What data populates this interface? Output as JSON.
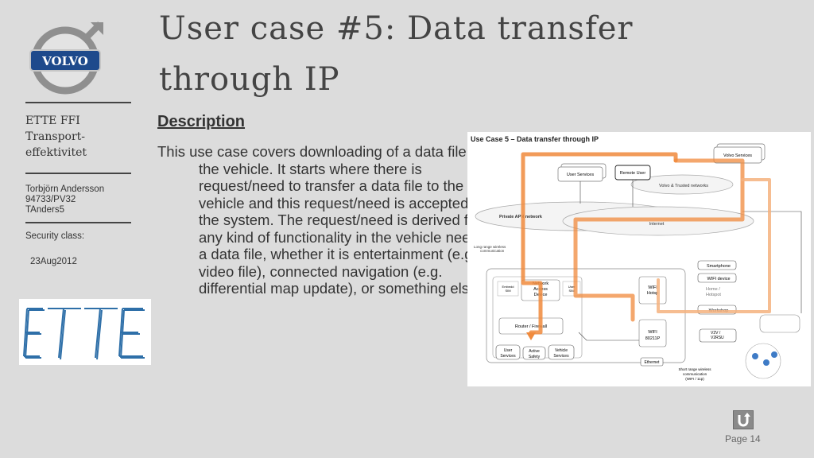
{
  "title": "User case #5: Data transfer through IP",
  "logo": {
    "text": "VOLVO"
  },
  "sidebar": {
    "org_line1": "ETTE FFI",
    "org_line2": "Transport-",
    "org_line3": "effektivitet",
    "author": "Torbjörn Andersson",
    "dept": "94733/PV32",
    "user_id": "TAnders5",
    "security_label": "Security class:",
    "date": "23Aug2012",
    "ette_logo_text": "ETTE"
  },
  "description": {
    "heading": "Description",
    "body": "This use case covers downloading of a data file to the vehicle. It starts where there is request/need to transfer a data file to the vehicle and this request/need is accepted by the system. The request/need is derived from any kind of functionality in the vehicle needing a data file, whether it is entertainment (e.g. video file), connected navigation (e.g. differential map update), or something else."
  },
  "diagram": {
    "title": "Use Case 5 – Data transfer through IP",
    "volvo_services": "Volvo Services",
    "user_services": "User Services",
    "remote_user": "Remote User",
    "volvo_trusted": "Volvo & Trusted networks",
    "private_apn": "Private APN network",
    "internet": "Internet",
    "long_range_l1": "Long range wireless",
    "long_range_l2": "communication",
    "smartphone": "Smartphone",
    "wifi_device": "WIFI device",
    "home_l1": "Home /",
    "home_l2": "Hotspot",
    "workshop": "Workshop",
    "v2v_l1": "V2V /",
    "v2v_l2": "V2RSU",
    "embedded_l1": "Embedd",
    "embedded_l2": "SIM",
    "nad_l1": "Network",
    "nad_l2": "Access",
    "nad_l3": "Device",
    "user_sim_l1": "User",
    "user_sim_l2": "SIM",
    "wifi_hs_l1": "WIFI",
    "wifi_hs_l2": "Hotsp",
    "router": "Router / Firewall",
    "wifi_80211_l1": "WIFI",
    "wifi_80211_l2": "80211P",
    "user_services_v_l1": "User",
    "user_services_v_l2": "Services",
    "active_safety_l1": "Active",
    "active_safety_l2": "Safety",
    "vehicle_services_l1": "Vehicle",
    "vehicle_services_l2": "Services",
    "ethernet": "Ethernet",
    "short_range_l1": "Short range wireless",
    "short_range_l2": "communication",
    "short_range_l3": "(WIFI / 11p)"
  },
  "footer": {
    "page": "Page 14"
  },
  "colors": {
    "flow": "#f08a3c",
    "flow_light": "#f5b27e"
  }
}
